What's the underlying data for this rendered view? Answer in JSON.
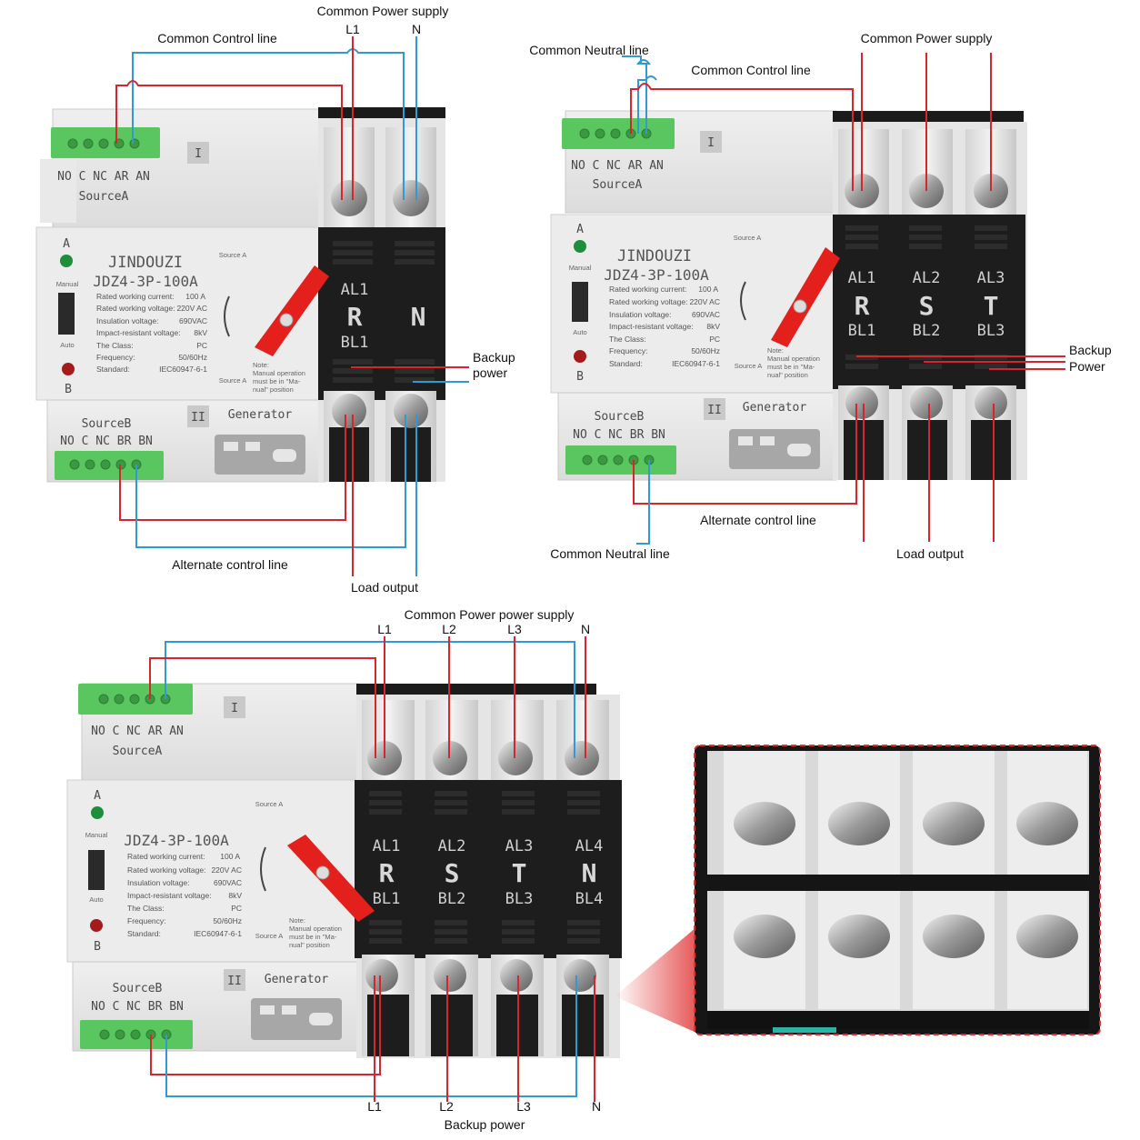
{
  "panel1": {
    "power_supply": "Common Power supply",
    "l1": "L1",
    "n": "N",
    "control": "Common Control line",
    "terminals_a": "NO C NC AR AN",
    "source_a": "SourceA",
    "terminals_b": "NO C NC BR BN",
    "source_b": "SourceB",
    "brand": "JINDOUZI",
    "model": "JDZ4-3P-100A",
    "pole_top": [
      "AL1",
      ""
    ],
    "pole_mid": [
      "R",
      "N"
    ],
    "pole_bot": [
      "BL1",
      ""
    ],
    "backup1": "Backup",
    "backup2": "power",
    "alternate": "Alternate control line",
    "load": "Load output"
  },
  "panel2": {
    "neutral_top": "Common Neutral line",
    "control": "Common Control line",
    "power_supply": "Common Power supply",
    "terminals_a": "NO C NC AR AN",
    "source_a": "SourceA",
    "terminals_b": "NO C NC BR BN",
    "source_b": "SourceB",
    "brand": "JINDOUZI",
    "model": "JDZ4-3P-100A",
    "pole_top": [
      "AL1",
      "AL2",
      "AL3"
    ],
    "pole_mid": [
      "R",
      "S",
      "T"
    ],
    "pole_bot": [
      "BL1",
      "BL2",
      "BL3"
    ],
    "backup1": "Backup",
    "backup2": "Power",
    "alternate": "Alternate control line",
    "neutral_bottom": "Common Neutral line",
    "load": "Load output"
  },
  "panel3": {
    "power_supply": "Common Power power supply",
    "top_phases": [
      "L1",
      "L2",
      "L3",
      "N"
    ],
    "terminals_a": "NO C NC AR AN",
    "source_a": "SourceA",
    "terminals_b": "NO C NC BR BN",
    "source_b": "SourceB",
    "model": "JDZ4-3P-100A",
    "pole_top": [
      "AL1",
      "AL2",
      "AL3",
      "AL4"
    ],
    "pole_mid": [
      "R",
      "S",
      "T",
      "N"
    ],
    "pole_bot": [
      "BL1",
      "BL2",
      "BL3",
      "BL4"
    ],
    "bottom_phases": [
      "L1",
      "L2",
      "L3",
      "N"
    ],
    "backup": "Backup power"
  },
  "device_text": {
    "a": "A",
    "b": "B",
    "manual": "Manual",
    "auto": "Auto",
    "roman1": "I",
    "roman2": "II",
    "generator": "Generator",
    "source_a_small": "Source A",
    "spec_labels": [
      "Rated working current:",
      "Rated working voltage:",
      "Insulation voltage:",
      "Impact-resistant voltage:",
      "The Class:",
      "Frequency:",
      "Standard:"
    ],
    "spec_values": [
      "100 A",
      "220V AC",
      "690VAC",
      "8kV",
      "PC",
      "50/60Hz",
      "IEC60947-6-1"
    ],
    "note": [
      "Note:",
      "Manual operation",
      "must be in \"Ma-",
      "nual\" position"
    ]
  },
  "colors": {
    "live_wire": "#d7262b",
    "neutral_wire": "#2f9ad6",
    "terminal_green": "#59c65f",
    "handle_red": "#e3201b",
    "module_black": "#1d1d1d",
    "body_grey": "#e6e6e6"
  }
}
